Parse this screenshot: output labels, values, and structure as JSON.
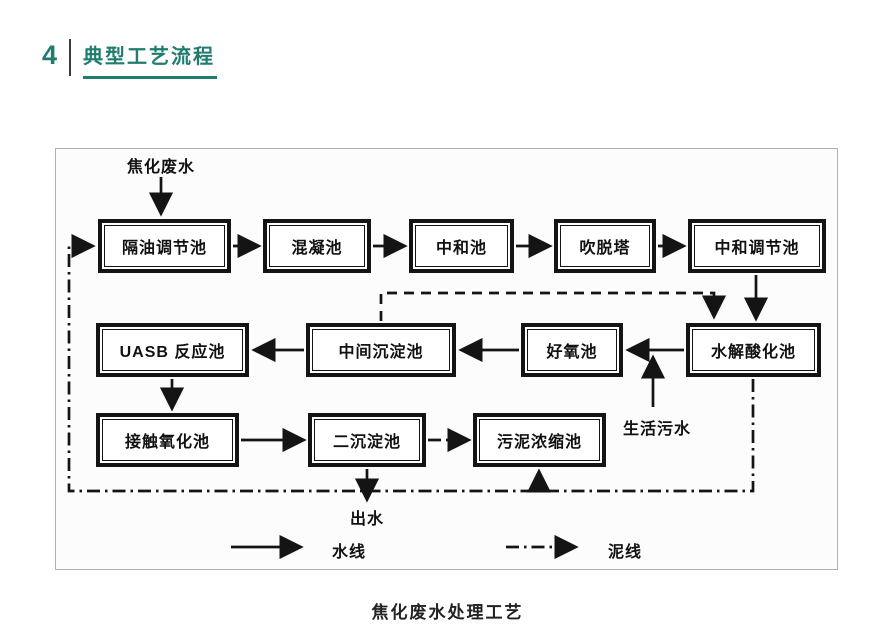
{
  "header": {
    "number": "4",
    "title": "典型工艺流程"
  },
  "diagram": {
    "influent_label": "焦化废水",
    "effluent_label": "出水",
    "domestic_sewage_label": "生活污水",
    "caption": "焦化废水处理工艺",
    "legend": {
      "water": "水线",
      "sludge": "泥线"
    },
    "boxes": [
      {
        "id": "oil-separation-regulation-tank",
        "label": "隔油调节池"
      },
      {
        "id": "coagulation-tank",
        "label": "混凝池"
      },
      {
        "id": "neutralization-tank",
        "label": "中和池"
      },
      {
        "id": "stripping-tower",
        "label": "吹脱塔"
      },
      {
        "id": "neutralization-regulation-tank",
        "label": "中和调节池"
      },
      {
        "id": "uasb-reactor",
        "label": "UASB 反应池"
      },
      {
        "id": "intermediate-sedimentation-tank",
        "label": "中间沉淀池"
      },
      {
        "id": "aerobic-tank",
        "label": "好氧池"
      },
      {
        "id": "hydrolysis-acidification-tank",
        "label": "水解酸化池"
      },
      {
        "id": "contact-oxidation-tank",
        "label": "接触氧化池"
      },
      {
        "id": "secondary-sedimentation-tank",
        "label": "二沉淀池"
      },
      {
        "id": "sludge-thickening-tank",
        "label": "污泥浓缩池"
      }
    ]
  },
  "colors": {
    "accent": "#1f7c6e",
    "line": "#141414",
    "panel_border": "#b0b0b0"
  }
}
